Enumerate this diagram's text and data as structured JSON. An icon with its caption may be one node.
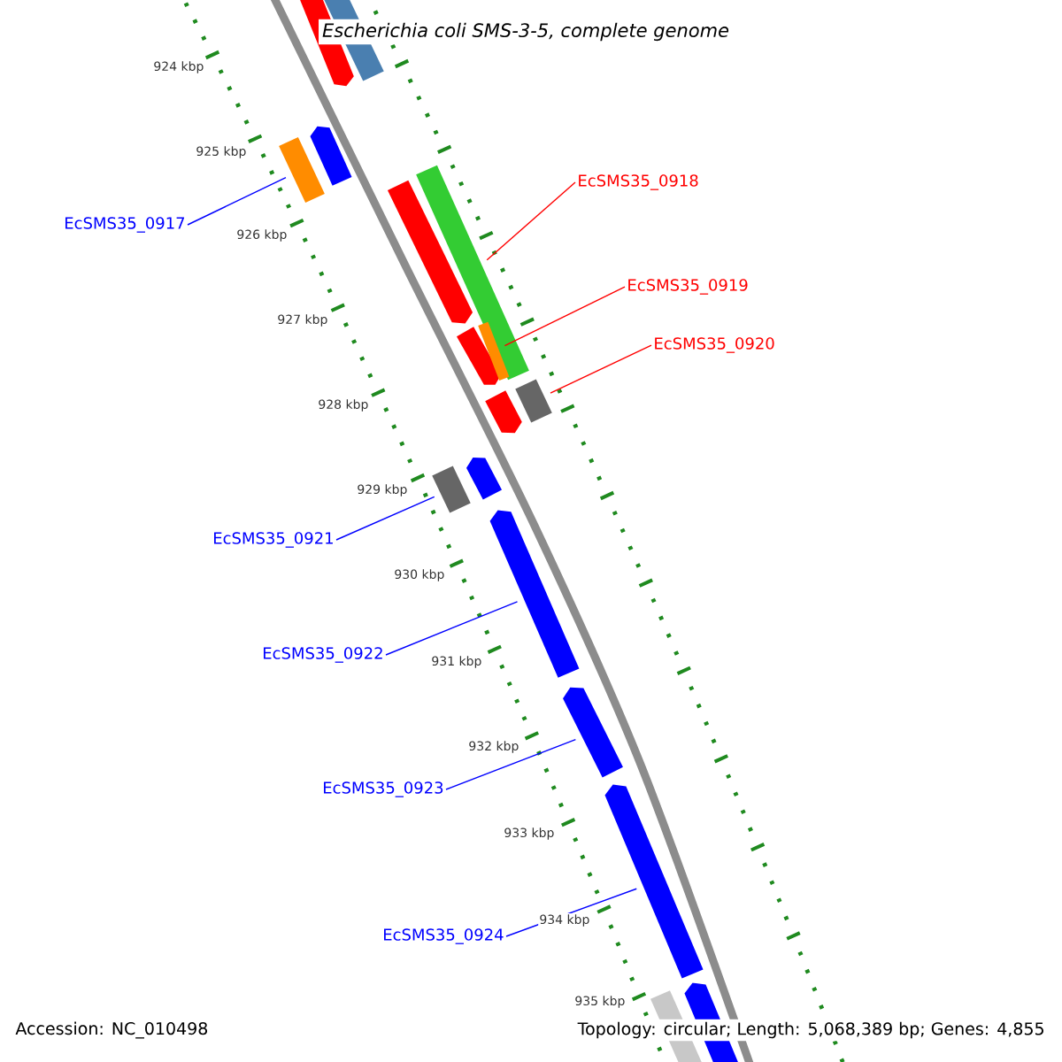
{
  "diagram": {
    "title": "Escherichia coli SMS-3-5, complete genome",
    "nodes": [
      {
        "text": [],
        "shape": "arrow"
      },
      {
        "text": [],
        "shape": "box"
      },
      {
        "text": [],
        "shape": "arrow"
      },
      {
        "text": [],
        "shape": "box"
      },
      {
        "text": [
          "EcSMS35_0917"
        ]
      },
      {
        "text": [],
        "shape": "box"
      },
      {
        "text": [],
        "shape": "arrow"
      },
      {
        "text": [
          "EcSMS35_0918"
        ]
      },
      {
        "text": [
          "EcSMS35_0919"
        ]
      },
      {
        "text": [],
        "shape": "arrow"
      },
      {
        "text": [],
        "shape": "box"
      },
      {
        "text": [
          "EcSMS35_0920"
        ]
      },
      {
        "text": [],
        "shape": "box"
      },
      {
        "text": [],
        "shape": "arrow"
      },
      {
        "text": [],
        "shape": "arrow"
      },
      {
        "text": [],
        "shape": "box"
      },
      {
        "text": [
          "EcSMS35_0921"
        ]
      },
      {
        "text": [],
        "shape": "arrow"
      },
      {
        "text": [
          "EcSMS35_0922"
        ]
      },
      {
        "text": [],
        "shape": "arrow"
      },
      {
        "text": [
          "EcSMS35_0923"
        ]
      },
      {
        "text": [],
        "shape": "arrow"
      },
      {
        "text": [
          "EcSMS35_0924"
        ]
      },
      {
        "text": [],
        "shape": "box"
      },
      {
        "text": [],
        "shape": "arrow"
      }
    ],
    "edges": [
      {
        "from": 4,
        "to": 3,
        "arrow": "none",
        "color": "#0000ff"
      },
      {
        "from": 7,
        "to": 5,
        "arrow": "none",
        "color": "#ff0000"
      },
      {
        "from": 8,
        "to": 10,
        "arrow": "none",
        "color": "#ff0000"
      },
      {
        "from": 11,
        "to": 12,
        "arrow": "none",
        "color": "#ff0000"
      },
      {
        "from": 16,
        "to": 15,
        "arrow": "none",
        "color": "#0000ff"
      },
      {
        "from": 18,
        "to": 17,
        "arrow": "none",
        "color": "#0000ff"
      },
      {
        "from": 20,
        "to": 19,
        "arrow": "none",
        "color": "#0000ff"
      },
      {
        "from": 22,
        "to": 21,
        "arrow": "none",
        "color": "#0000ff"
      }
    ],
    "labels": [
      "924 kbp",
      "925 kbp",
      "926 kbp",
      "927 kbp",
      "928 kbp",
      "929 kbp",
      "930 kbp",
      "931 kbp",
      "932 kbp",
      "933 kbp",
      "934 kbp",
      "935 kbp",
      "Accession: NC_010498",
      "Topology: circular; Length: 5,068,389 bp; Genes: 4,855"
    ]
  }
}
